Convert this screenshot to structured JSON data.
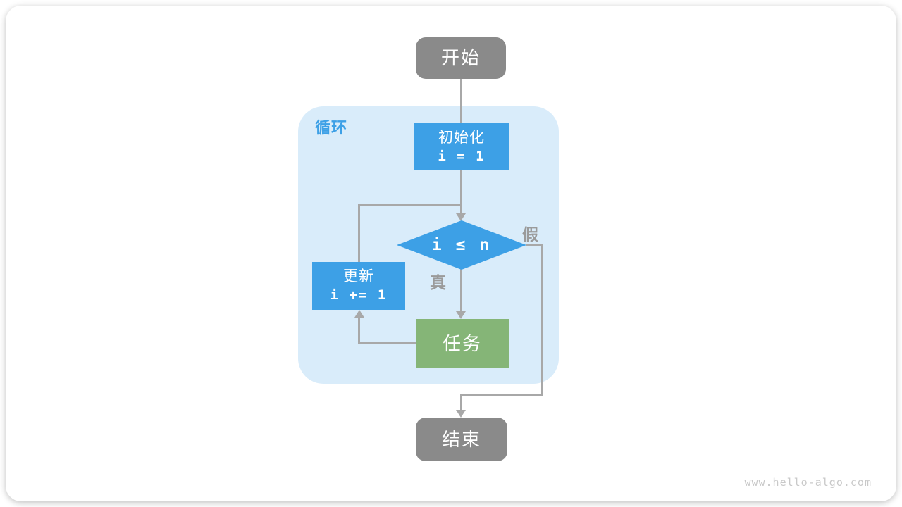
{
  "watermark": "www.hello-algo.com",
  "colors": {
    "node_gray": "#8a8a8a",
    "node_blue": "#3da0e6",
    "node_green": "#85b577",
    "loop_container_bg": "#d9ecfa",
    "loop_label": "#3da0e6",
    "branch_label": "#9a9a9a",
    "arrow": "#a8a8a8",
    "node_text": "#ffffff",
    "watermark_text": "#c9c9c9"
  },
  "flowchart": {
    "start": {
      "label": "开始"
    },
    "loop": {
      "label": "循环"
    },
    "init": {
      "title": "初始化",
      "code": "i = 1"
    },
    "condition": {
      "label": "i ≤ n"
    },
    "branch_true": {
      "label": "真"
    },
    "branch_false": {
      "label": "假"
    },
    "update": {
      "title": "更新",
      "code": "i += 1"
    },
    "task": {
      "label": "任务"
    },
    "end": {
      "label": "结束"
    }
  }
}
